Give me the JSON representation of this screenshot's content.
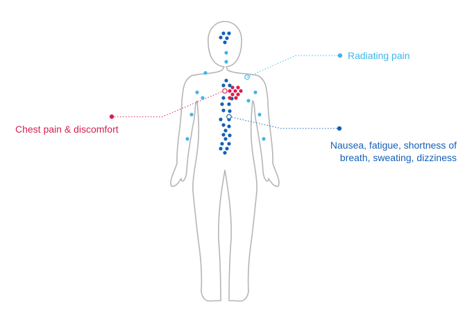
{
  "colors": {
    "chest": "#d81e4c",
    "radiating": "#3fb6ea",
    "nausea": "#1260b8",
    "outline": "#b5b5b5"
  },
  "labels": {
    "chest": "Chest pain & discomfort",
    "radiating": "Radiating pain",
    "nausea_line1": "Nausea, fatigue, shortness of",
    "nausea_line2": "breath, sweating, dizziness"
  },
  "icons": {
    "body": "human-body-outline-icon"
  }
}
